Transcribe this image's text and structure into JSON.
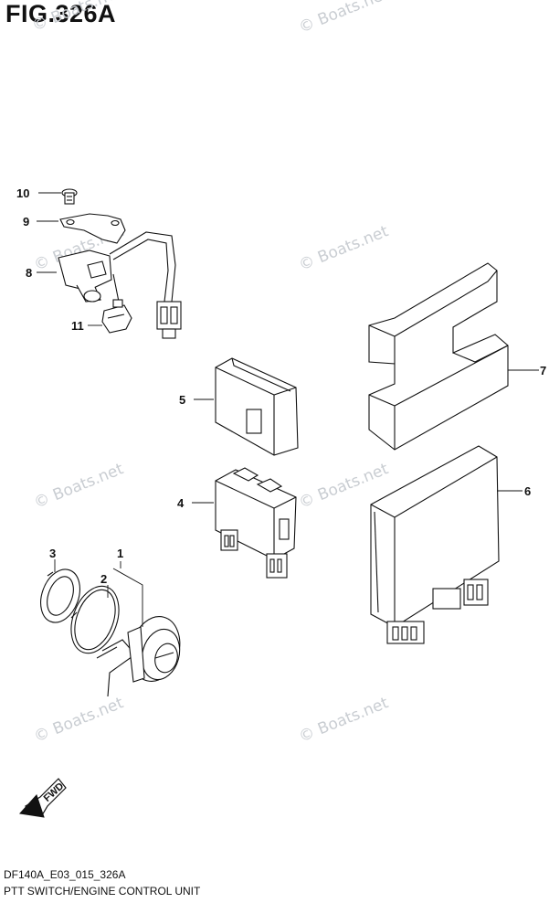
{
  "figure": {
    "title": "FIG.326A",
    "drawing_code": "DF140A_E03_015_326A",
    "name": "PTT SWITCH/ENGINE CONTROL UNIT"
  },
  "watermark": "© Boats.net",
  "fwd_label": "FWD",
  "callouts": [
    {
      "id": "10",
      "label": "10"
    },
    {
      "id": "9",
      "label": "9"
    },
    {
      "id": "8",
      "label": "8"
    },
    {
      "id": "11",
      "label": "11"
    },
    {
      "id": "5",
      "label": "5"
    },
    {
      "id": "7",
      "label": "7"
    },
    {
      "id": "4",
      "label": "4"
    },
    {
      "id": "6",
      "label": "6"
    },
    {
      "id": "3",
      "label": "3"
    },
    {
      "id": "2",
      "label": "2"
    },
    {
      "id": "1",
      "label": "1"
    }
  ]
}
